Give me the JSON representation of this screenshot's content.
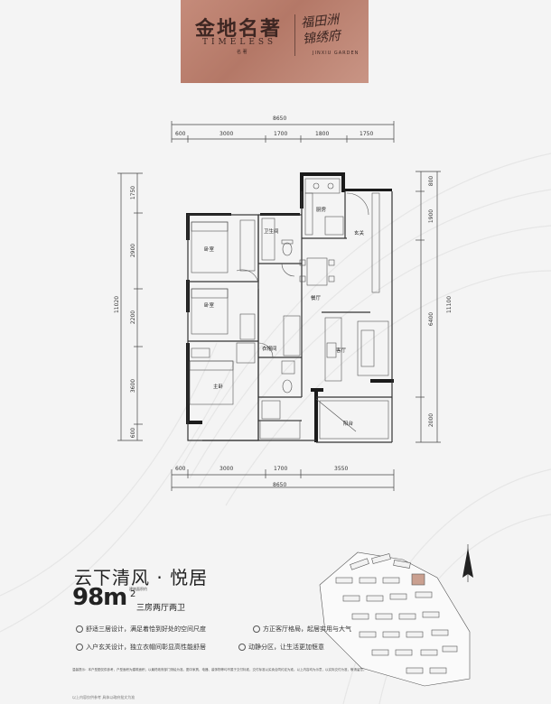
{
  "banner": {
    "brand_cn": "金地名著",
    "brand_en": "TIMELESS",
    "brand_sub": "名 著",
    "project_cn": "福田洲 锦绣府",
    "project_en": "JINXIU GARDEN"
  },
  "plan": {
    "top_total": "8650",
    "top_segments": [
      "600",
      "3000",
      "1700",
      "1800",
      "1750"
    ],
    "bottom_total": "8650",
    "bottom_segments": [
      "600",
      "3000",
      "1700",
      "3550"
    ],
    "left_total": "11020",
    "left_segments": [
      "1750",
      "2900",
      "2200",
      "3600",
      "600"
    ],
    "right_total": "11100",
    "right_segments": [
      "800",
      "1900",
      "6400",
      "2000"
    ],
    "rooms": {
      "kitchen": "厨房",
      "bath1": "卫生间",
      "foyer": "玄关",
      "bedroom1": "卧室",
      "bedroom2": "卧室",
      "dining": "餐厅",
      "cloakroom": "衣帽间",
      "living": "客厅",
      "master": "主卧",
      "balcony": "阳台"
    }
  },
  "title": "云下清风 · 悦居",
  "area_value": "98m",
  "area_superscript": "2",
  "area_note": "建筑面积约",
  "layout_type": "三房两厅两卫",
  "features": [
    "舒适三居设计，满足着恰到好处的空间尺度",
    "方正客厅格局，起居实用与大气",
    "入户玄关设计，独立衣帽间彰显高性能舒居",
    "动静分区，让生活更加惬意"
  ],
  "disclaimer": "温馨提示：本户型图仅供参考，户型面积为建筑面积，以最终政府部门测绘为准。图中家具、电器、装饰物等均不属于交付标准，交付标准以买卖合同约定为准。以上内容均为示意，以实际交付为准，敬请留意。",
  "bottom_note": "以上内容仅供参考 具体以政府批文为准"
}
